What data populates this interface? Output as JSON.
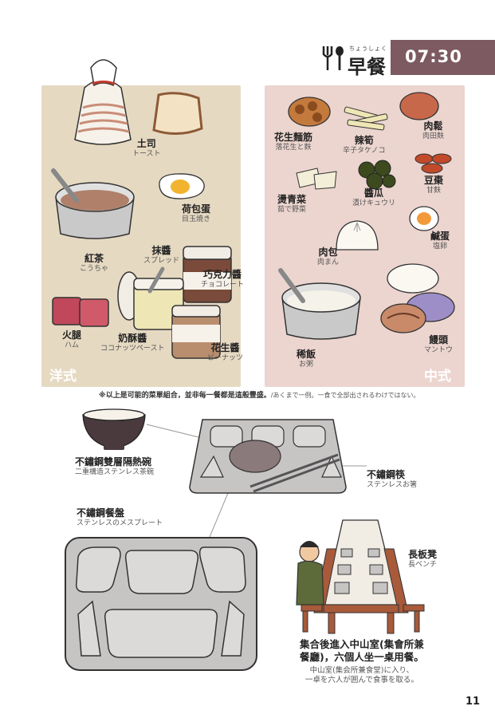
{
  "header": {
    "ruby": "ちょうしょく",
    "title": "早餐",
    "time": "07:30"
  },
  "western": {
    "corner_label": "洋式",
    "items": [
      {
        "zh": "土司",
        "jp": "トースト"
      },
      {
        "zh": "荷包蛋",
        "jp": "目玉焼き"
      },
      {
        "zh": "紅茶",
        "jp": "こうちゃ"
      },
      {
        "zh": "抹醬",
        "jp": "スプレッド"
      },
      {
        "zh": "巧克力醬",
        "jp": "チョコレート"
      },
      {
        "zh": "火腿",
        "jp": "ハム"
      },
      {
        "zh": "奶酥醬",
        "jp": "ココナッツペースト"
      },
      {
        "zh": "花生醬",
        "jp": "ピーナッツ"
      }
    ]
  },
  "chinese": {
    "corner_label": "中式",
    "items": [
      {
        "zh": "肉鬆",
        "jp": "肉田麩"
      },
      {
        "zh": "花生麵筋",
        "jp": "落花生と麩"
      },
      {
        "zh": "辣筍",
        "jp": "辛子タケノコ"
      },
      {
        "zh": "豆棗",
        "jp": "甘麩"
      },
      {
        "zh": "燙青菜",
        "jp": "茹で野菜"
      },
      {
        "zh": "醬瓜",
        "jp": "漬けキュウリ"
      },
      {
        "zh": "鹹蛋",
        "jp": "塩卵"
      },
      {
        "zh": "肉包",
        "jp": "肉まん"
      },
      {
        "zh": "稀飯",
        "jp": "お粥"
      },
      {
        "zh": "饅頭",
        "jp": "マントウ"
      }
    ]
  },
  "note": {
    "zh": "※以上是可能的菜單組合，並非每一餐都是這般豐盛。",
    "jp": "/あくまで一例。一食で全部出されるわけではない。"
  },
  "utensils": [
    {
      "zh": "不鏽鋼雙層隔熱碗",
      "jp": "二重構造ステンレス茶碗"
    },
    {
      "zh": "不鏽鋼筷",
      "jp": "ステンレスお箸"
    },
    {
      "zh": "不鏽鋼餐盤",
      "jp": "ステンレスのメスプレート"
    },
    {
      "zh": "長板凳",
      "jp": "長ベンチ"
    }
  ],
  "dining": {
    "zh_line1": "集合後進入中山室(集會所兼",
    "zh_line2": "餐廳)，六個人坐一桌用餐。",
    "jp_line1": "中山室(集会所兼食堂)に入り、",
    "jp_line2": "一卓を六人が囲んで食事を取る。"
  },
  "page_number": "11",
  "colors": {
    "western_bg": "#e6d9c2",
    "chinese_bg": "#ecd5cf",
    "header_bar": "#7d5a62"
  }
}
